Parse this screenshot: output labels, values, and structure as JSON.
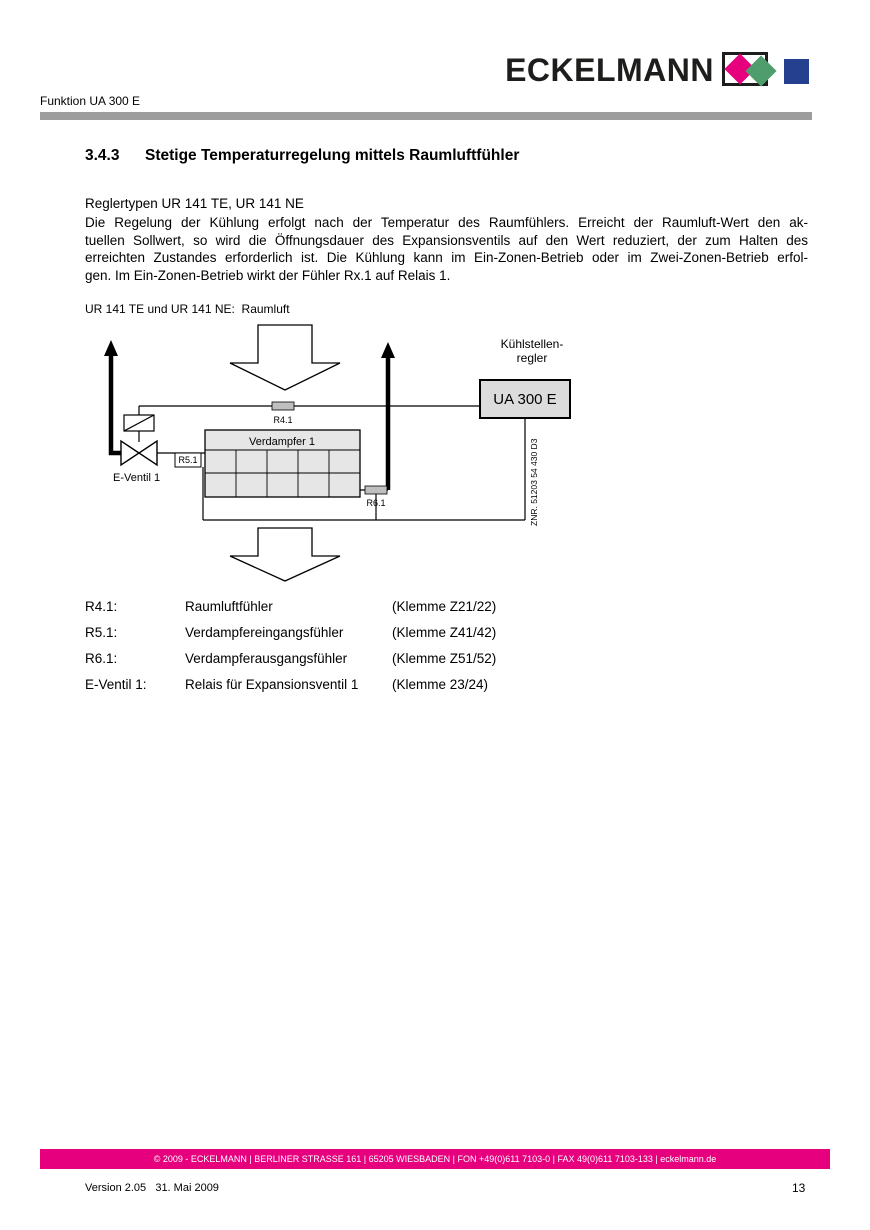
{
  "header": {
    "doc_title": "Funktion UA 300 E"
  },
  "logo": {
    "text": "ECKELMANN"
  },
  "section": {
    "number": "3.4.3",
    "title": "Stetige Temperaturregelung mittels Raumluftfühler"
  },
  "intro": {
    "subtitle": "Reglertypen UR 141 TE, UR 141 NE",
    "paragraph_lines": [
      "Die Regelung der Kühlung erfolgt nach der Temperatur des Raumfühlers. Erreicht der Raumluft-Wert den ak-",
      "tuellen Sollwert, so wird die Öffnungsdauer des Expansionsventils auf den Wert reduziert, der zum Halten des",
      "erreichten Zustandes erforderlich ist. Die Kühlung kann im Ein-Zonen-Betrieb oder im Zwei-Zonen-Betrieb erfol-",
      "gen. Im Ein-Zonen-Betrieb wirkt der Fühler Rx.1 auf Relais 1."
    ]
  },
  "diagram": {
    "caption": "UR 141 TE und UR 141 NE:  Raumluft",
    "controller_label_line1": "Kühlstellen-",
    "controller_label_line2": "regler",
    "controller_box": "UA 300 E",
    "evaporator": "Verdampfer 1",
    "sensor_r41": "R4.1",
    "sensor_r51": "R5.1",
    "sensor_r61": "R6.1",
    "valve": "E-Ventil 1",
    "znr": "ZNR. 51203 54 430 D3"
  },
  "legend": {
    "rows": [
      {
        "code": "R4.1:",
        "desc": "Raumluftfühler",
        "klemme": "(Klemme Z21/22)"
      },
      {
        "code": "R5.1:",
        "desc": "Verdampfereingangsfühler",
        "klemme": "(Klemme Z41/42)"
      },
      {
        "code": "R6.1:",
        "desc": "Verdampferausgangsfühler",
        "klemme": "(Klemme Z51/52)"
      },
      {
        "code": "E-Ventil 1:",
        "desc": "Relais für Expansionsventil 1",
        "klemme": "(Klemme 23/24)"
      }
    ]
  },
  "footer": {
    "copyright": "© 2009 - ECKELMANN | BERLINER STRASSE 161 | 65205 WIESBADEN | FON +49(0)611 7103-0 | FAX 49(0)611 7103-133 | eckelmann.de",
    "version": "Version 2.05   31. Mai 2009",
    "page_number": "13"
  },
  "colors": {
    "brand_magenta": "#E6007E",
    "logo_green": "#4F9C6C",
    "logo_blue": "#24408E",
    "rule_gray": "#9D9D9D"
  }
}
